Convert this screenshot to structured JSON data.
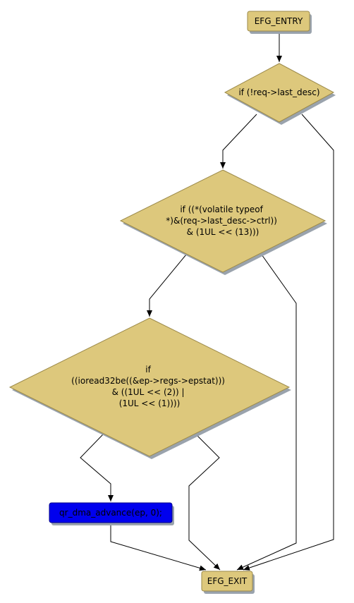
{
  "colors": {
    "node_fill": "#ddc87c",
    "node_stroke": "#9c8a4a",
    "shadow": "#9aa3ad",
    "highlight_fill": "#0000ee",
    "highlight_stroke": "#00008a",
    "edge": "#000000"
  },
  "nodes": {
    "entry": {
      "label": "EFG_ENTRY"
    },
    "cond1": {
      "lines": [
        "if (!req->last_desc)"
      ]
    },
    "cond2": {
      "lines": [
        "if ((*(volatile typeof",
        "*)&(req->last_desc->ctrl))",
        "& (1UL << (13)))"
      ]
    },
    "cond3": {
      "lines": [
        "if",
        "((ioread32be((&ep->regs->epstat)))",
        "& ((1UL << (2)) |",
        "(1UL << (1))))"
      ]
    },
    "call": {
      "label": "qr_dma_advance(ep, 0);"
    },
    "exit": {
      "label": "EFG_EXIT"
    }
  }
}
